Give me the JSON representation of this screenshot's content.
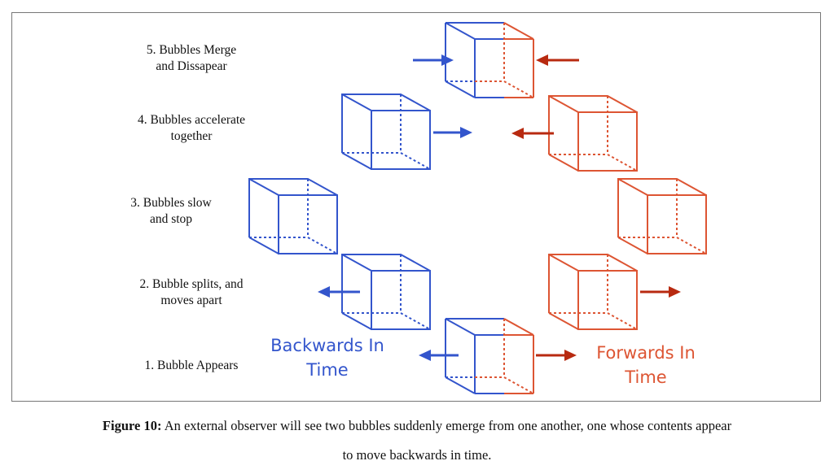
{
  "steps": [
    {
      "line1": "5. Bubbles Merge",
      "line2": "and Dissapear"
    },
    {
      "line1": "4. Bubbles accelerate",
      "line2": "together"
    },
    {
      "line1": "3. Bubbles slow",
      "line2": "and stop"
    },
    {
      "line1": "2. Bubble splits, and",
      "line2": "moves apart"
    },
    {
      "line1": "1. Bubble Appears",
      "line2": ""
    }
  ],
  "labels": {
    "backwards_line1": "Backwards In",
    "backwards_line2": "Time",
    "forwards_line1": "Forwards In",
    "forwards_line2": "Time"
  },
  "caption": {
    "label": "Figure 10:",
    "line1": "An external observer will see two bubbles suddenly emerge from one another, one whose contents appear",
    "line2": "to move backwards in time."
  },
  "colors": {
    "backwards": "#3355cc",
    "forwards": "#dd5533",
    "arrow_forward": "#b82a10"
  }
}
